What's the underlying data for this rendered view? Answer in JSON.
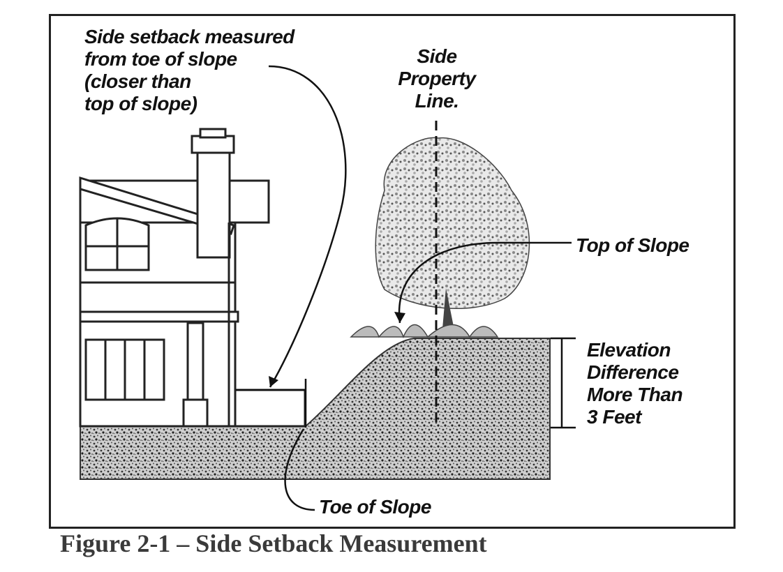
{
  "labels": {
    "setback_lines": [
      "Side setback measured",
      "from toe of slope",
      "(closer than",
      "top of slope)"
    ],
    "property_line_lines": [
      "Side",
      "Property",
      "Line."
    ],
    "top_of_slope": "Top of Slope",
    "elevation_lines": [
      "Elevation",
      "Difference",
      "More Than",
      "3 Feet"
    ],
    "toe_of_slope": "Toe of Slope"
  },
  "caption": "Figure 2-1 – Side Setback Measurement"
}
